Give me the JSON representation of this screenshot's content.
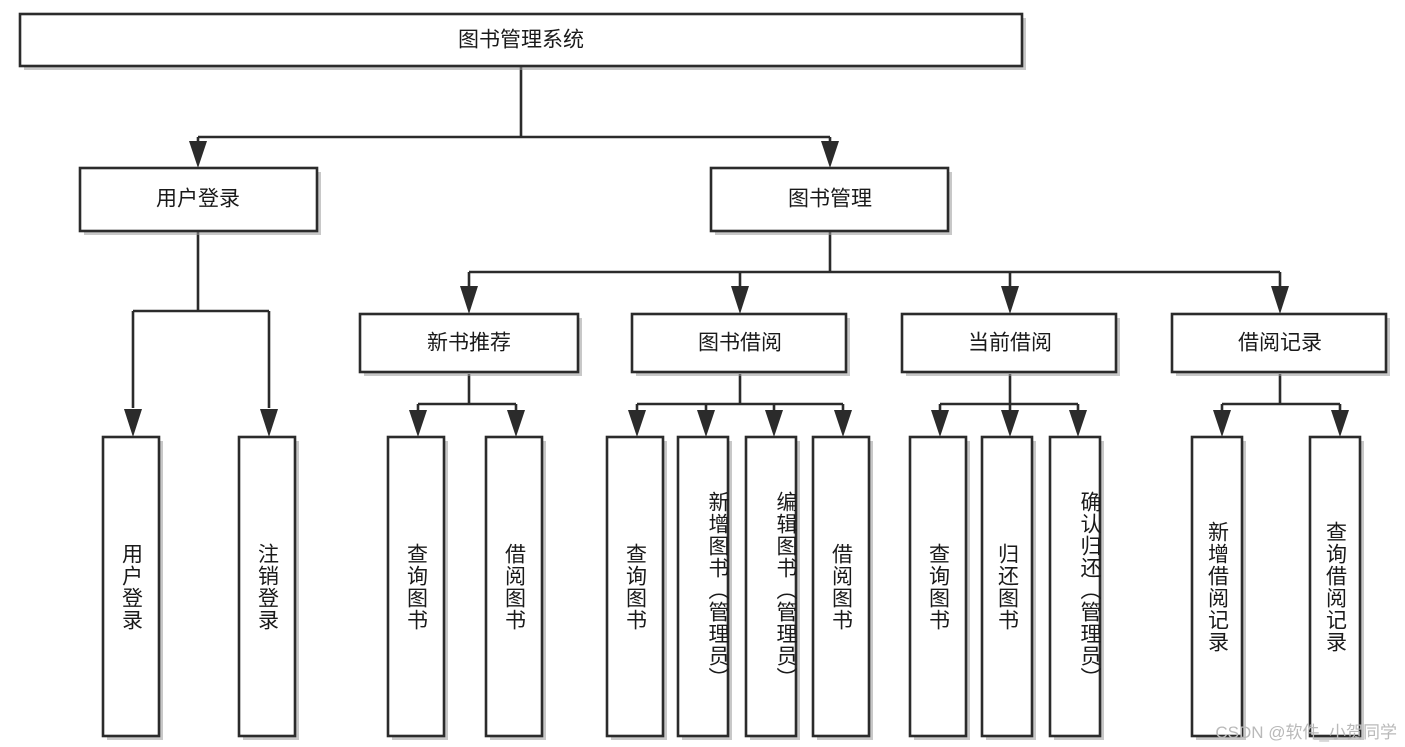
{
  "diagram": {
    "type": "tree",
    "title": "图书管理系统",
    "orientation": "top-down",
    "colors": {
      "box_stroke": "#2b2b2b",
      "box_fill": "#ffffff",
      "text": "#1a1a1a",
      "background": "#ffffff",
      "watermark": "#b9b9b9"
    },
    "root": {
      "label": "图书管理系统"
    },
    "level2": [
      {
        "label": "用户登录"
      },
      {
        "label": "图书管理"
      }
    ],
    "level3": [
      {
        "label": "新书推荐"
      },
      {
        "label": "图书借阅"
      },
      {
        "label": "当前借阅"
      },
      {
        "label": "借阅记录"
      }
    ],
    "leaves": {
      "user_login": [
        {
          "label": "用户登录"
        },
        {
          "label": "注销登录"
        }
      ],
      "new_book_recommend": [
        {
          "label": "查询图书"
        },
        {
          "label": "借阅图书"
        }
      ],
      "book_borrow": [
        {
          "label": "查询图书"
        },
        {
          "label": "新增图书（管理员）"
        },
        {
          "label": "编辑图书（管理员）"
        },
        {
          "label": "借阅图书"
        }
      ],
      "current_borrow": [
        {
          "label": "查询图书"
        },
        {
          "label": "归还图书"
        },
        {
          "label": "确认归还（管理员）"
        }
      ],
      "borrow_record": [
        {
          "label": "新增借阅记录"
        },
        {
          "label": "查询借阅记录"
        }
      ]
    }
  },
  "watermark": {
    "text": "CSDN @软件_小贺同学"
  }
}
